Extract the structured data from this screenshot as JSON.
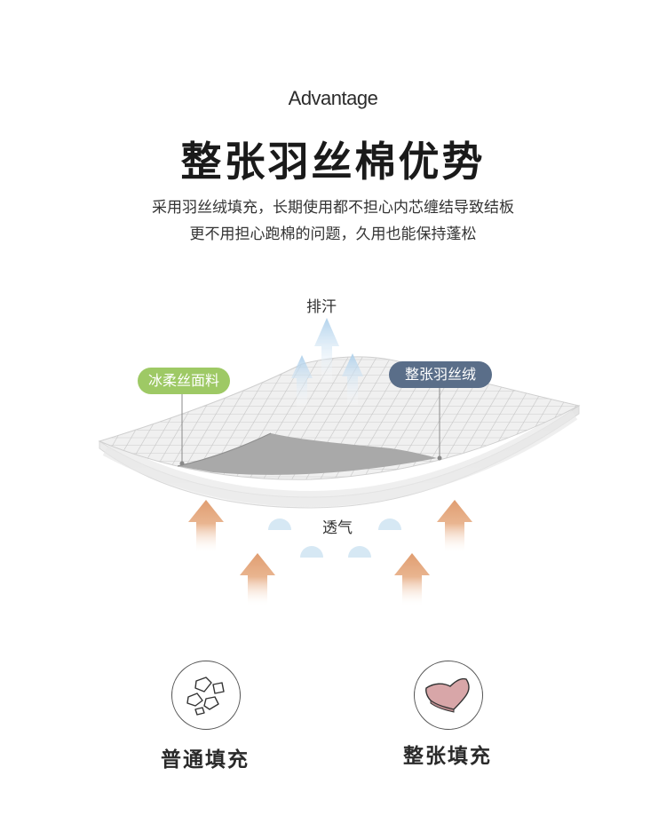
{
  "header": {
    "eyebrow": "Advantage",
    "title": "整张羽丝棉优势",
    "description_lines": [
      "采用羽丝绒填充，长期使用都不担心内芯缠结导致结板",
      "更不用担心跑棉的问题，久用也能保持蓬松"
    ]
  },
  "diagram": {
    "sweat_label": "排汗",
    "breath_label": "透气",
    "fabric_label": "冰柔丝面料",
    "filling_label": "整张羽丝绒",
    "colors": {
      "fabric_pill": "#9ec965",
      "filling_pill": "#5a6e89",
      "up_arrow_blue": "#b9d7ee",
      "heat_arrow": "#e3a57d",
      "bubble": "#d9e9f4"
    }
  },
  "comparison": [
    {
      "icon": "scattered-filling-icon",
      "label": "普通填充"
    },
    {
      "icon": "whole-sheet-filling-icon",
      "label": "整张填充"
    }
  ]
}
